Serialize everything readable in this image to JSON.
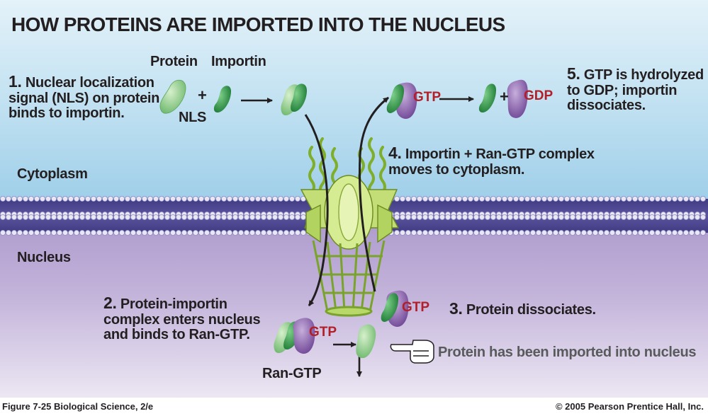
{
  "title": "HOW PROTEINS ARE IMPORTED INTO THE NUCLEUS",
  "labels": {
    "protein": "Protein",
    "importin": "Importin",
    "nls": "NLS",
    "plus": "+",
    "cytoplasm": "Cytoplasm",
    "nucleus": "Nucleus",
    "ran_gtp": "Ran-GTP",
    "gtp": "GTP",
    "gdp": "GDP",
    "imported_note": "Protein has been imported into nucleus"
  },
  "steps": [
    {
      "num": "1.",
      "lines": [
        "Nuclear localization",
        "signal (NLS) on protein",
        "binds to importin."
      ]
    },
    {
      "num": "2.",
      "lines": [
        "Protein-importin",
        "complex enters nucleus",
        "and binds to Ran-GTP."
      ]
    },
    {
      "num": "3.",
      "lines": [
        "Protein dissociates."
      ]
    },
    {
      "num": "4.",
      "lines": [
        "Importin + Ran-GTP complex",
        "moves to cytoplasm."
      ]
    },
    {
      "num": "5.",
      "lines": [
        "GTP is hydrolyzed",
        "to GDP; importin",
        "dissociates."
      ]
    }
  ],
  "footer": {
    "left": "Figure 7-25  Biological Science, 2/e",
    "right": "© 2005 Pearson Prentice Hall, Inc."
  },
  "colors": {
    "cytoplasm": "#b9dcef",
    "nucleus": "#c2b2d8",
    "membrane": "#504a92",
    "protein": "#8dc98c",
    "importin": "#2f9a4a",
    "ran": "#8258a6",
    "pore": "#b7d66a",
    "text_red": "#b21f28"
  }
}
